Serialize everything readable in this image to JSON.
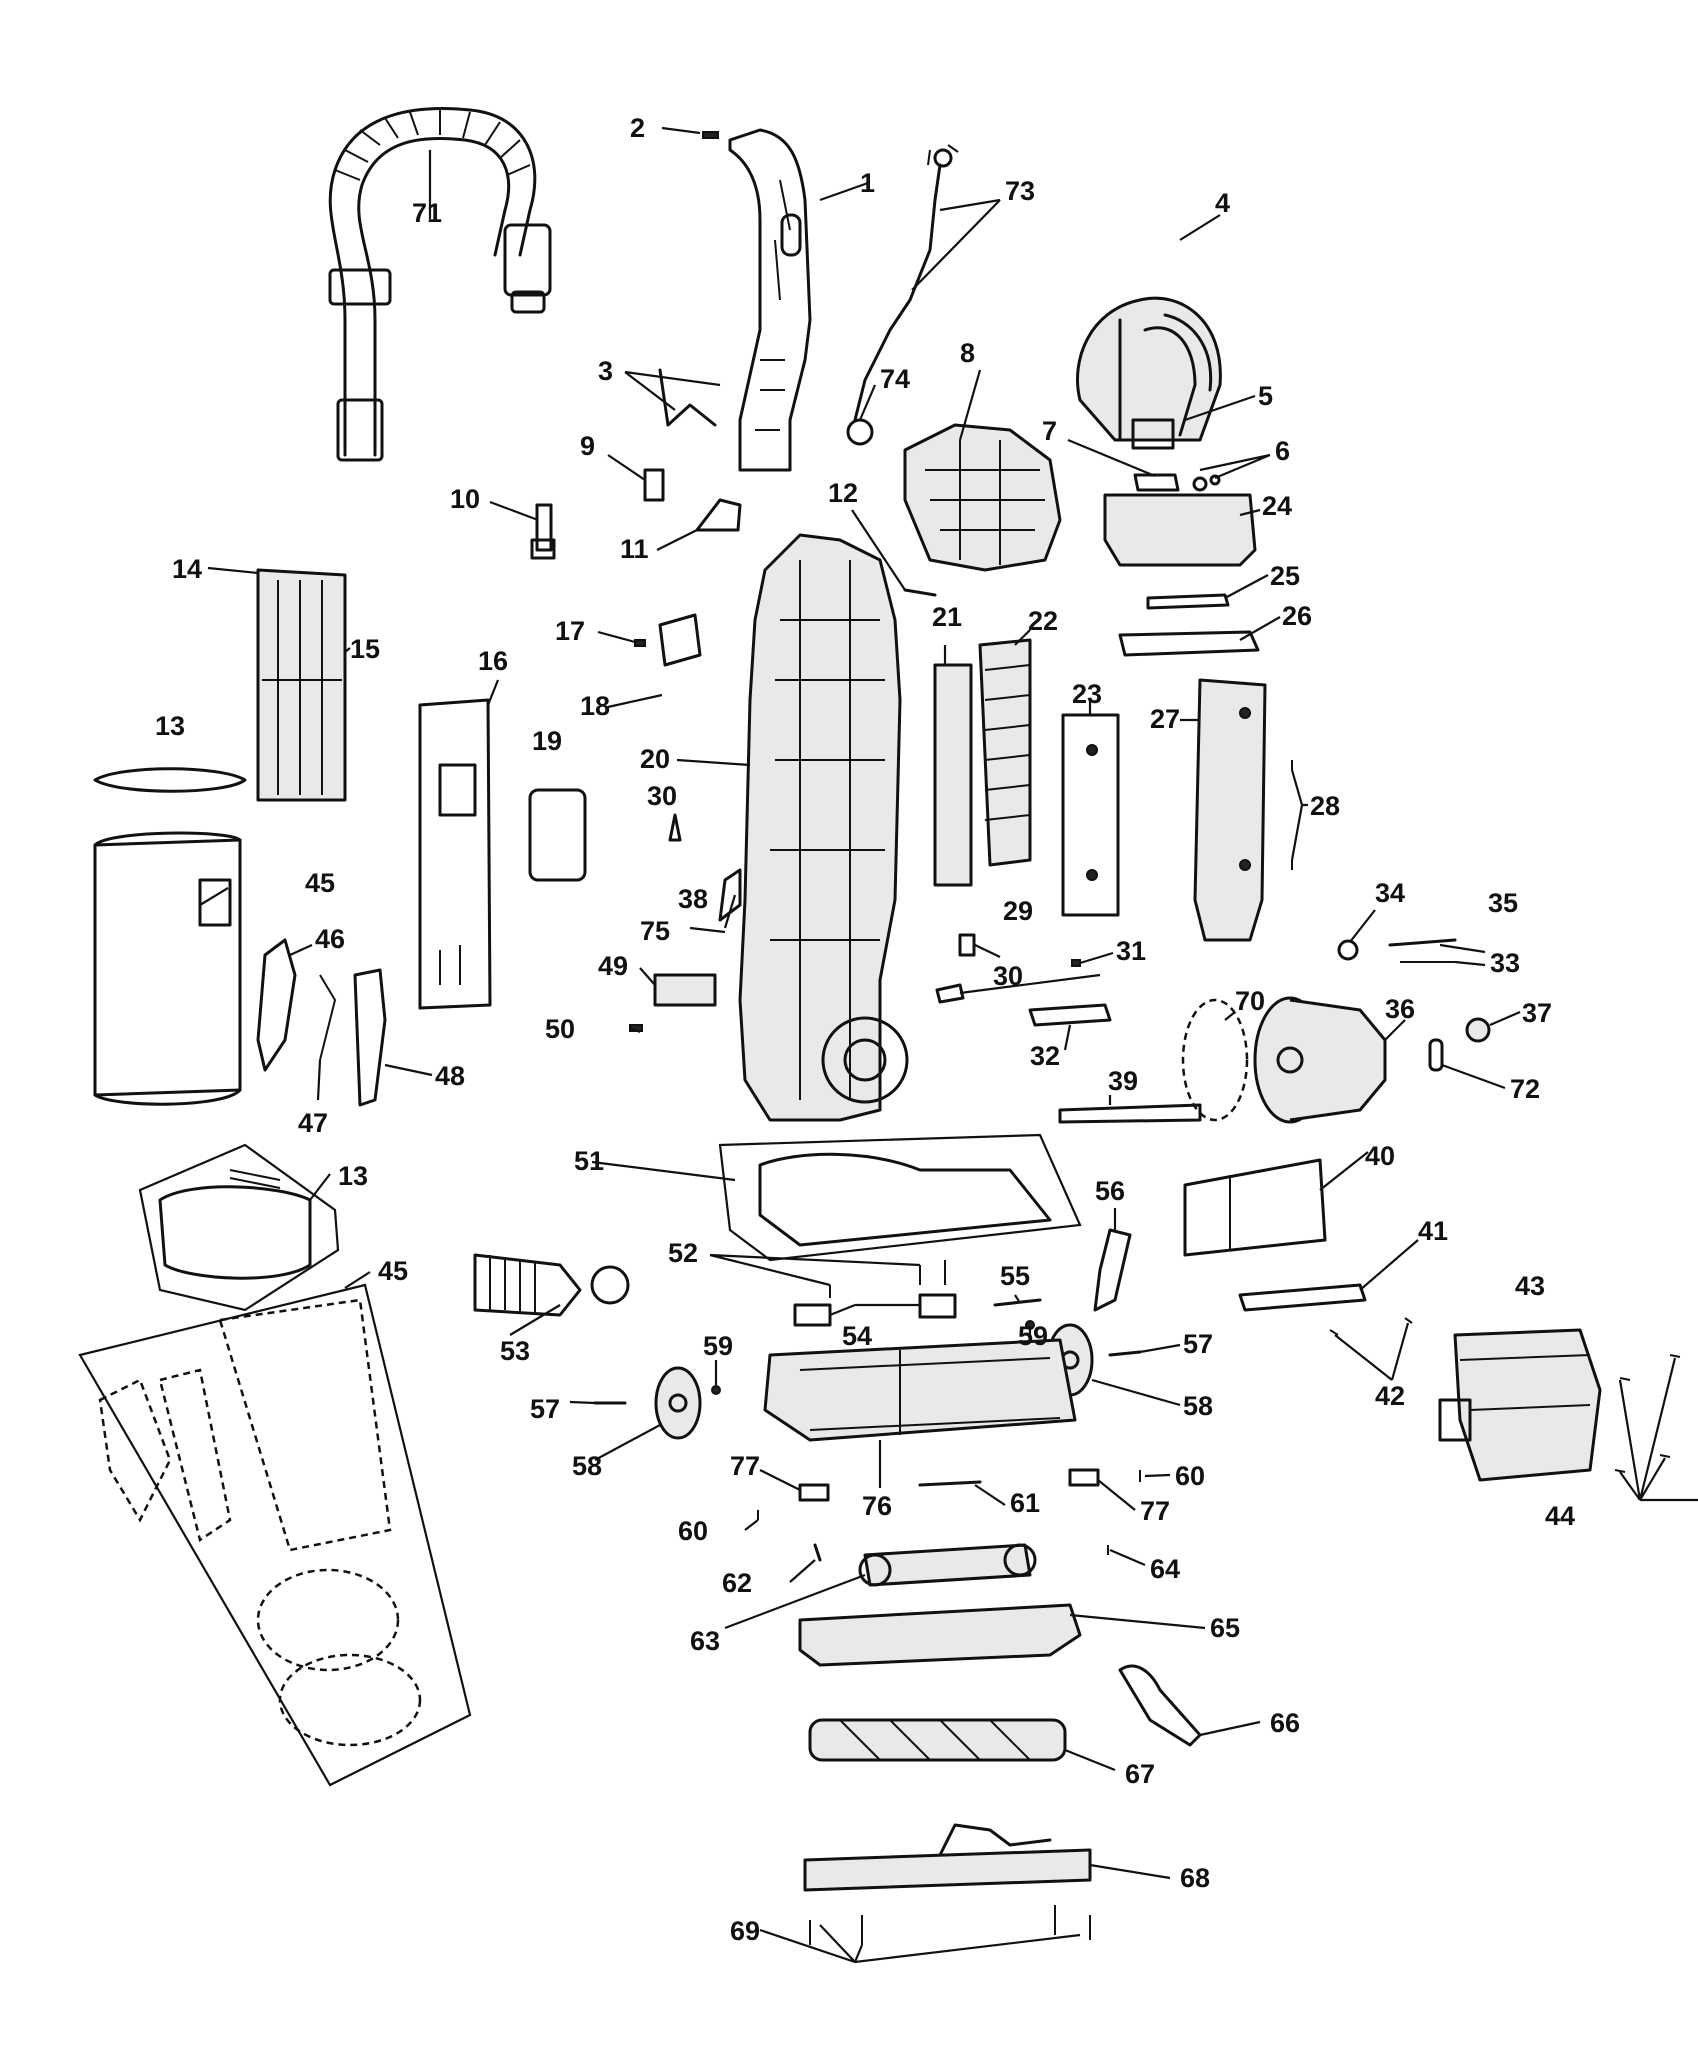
{
  "callouts": [
    {
      "id": "c1",
      "text": "1"
    },
    {
      "id": "c2",
      "text": "2"
    },
    {
      "id": "c3",
      "text": "3"
    },
    {
      "id": "c4",
      "text": "4"
    },
    {
      "id": "c5",
      "text": "5"
    },
    {
      "id": "c6",
      "text": "6"
    },
    {
      "id": "c7",
      "text": "7"
    },
    {
      "id": "c8",
      "text": "8"
    },
    {
      "id": "c9",
      "text": "9"
    },
    {
      "id": "c10",
      "text": "10"
    },
    {
      "id": "c11",
      "text": "11"
    },
    {
      "id": "c12",
      "text": "12"
    },
    {
      "id": "c13a",
      "text": "13"
    },
    {
      "id": "c13b",
      "text": "13"
    },
    {
      "id": "c14",
      "text": "14"
    },
    {
      "id": "c15",
      "text": "15"
    },
    {
      "id": "c16",
      "text": "16"
    },
    {
      "id": "c17",
      "text": "17"
    },
    {
      "id": "c18",
      "text": "18"
    },
    {
      "id": "c19",
      "text": "19"
    },
    {
      "id": "c20",
      "text": "20"
    },
    {
      "id": "c21",
      "text": "21"
    },
    {
      "id": "c22",
      "text": "22"
    },
    {
      "id": "c23",
      "text": "23"
    },
    {
      "id": "c24",
      "text": "24"
    },
    {
      "id": "c25",
      "text": "25"
    },
    {
      "id": "c26",
      "text": "26"
    },
    {
      "id": "c27",
      "text": "27"
    },
    {
      "id": "c28",
      "text": "28"
    },
    {
      "id": "c29",
      "text": "29"
    },
    {
      "id": "c30a",
      "text": "30"
    },
    {
      "id": "c30b",
      "text": "30"
    },
    {
      "id": "c31",
      "text": "31"
    },
    {
      "id": "c32",
      "text": "32"
    },
    {
      "id": "c33",
      "text": "33"
    },
    {
      "id": "c34",
      "text": "34"
    },
    {
      "id": "c35",
      "text": "35"
    },
    {
      "id": "c36",
      "text": "36"
    },
    {
      "id": "c37",
      "text": "37"
    },
    {
      "id": "c38",
      "text": "38"
    },
    {
      "id": "c39",
      "text": "39"
    },
    {
      "id": "c40",
      "text": "40"
    },
    {
      "id": "c41",
      "text": "41"
    },
    {
      "id": "c42",
      "text": "42"
    },
    {
      "id": "c43",
      "text": "43"
    },
    {
      "id": "c44",
      "text": "44"
    },
    {
      "id": "c45a",
      "text": "45"
    },
    {
      "id": "c45b",
      "text": "45"
    },
    {
      "id": "c46",
      "text": "46"
    },
    {
      "id": "c47",
      "text": "47"
    },
    {
      "id": "c48",
      "text": "48"
    },
    {
      "id": "c49",
      "text": "49"
    },
    {
      "id": "c50",
      "text": "50"
    },
    {
      "id": "c51",
      "text": "51"
    },
    {
      "id": "c52",
      "text": "52"
    },
    {
      "id": "c53",
      "text": "53"
    },
    {
      "id": "c54",
      "text": "54"
    },
    {
      "id": "c55",
      "text": "55"
    },
    {
      "id": "c56",
      "text": "56"
    },
    {
      "id": "c57a",
      "text": "57"
    },
    {
      "id": "c57b",
      "text": "57"
    },
    {
      "id": "c58a",
      "text": "58"
    },
    {
      "id": "c58b",
      "text": "58"
    },
    {
      "id": "c59a",
      "text": "59"
    },
    {
      "id": "c59b",
      "text": "59"
    },
    {
      "id": "c60a",
      "text": "60"
    },
    {
      "id": "c60b",
      "text": "60"
    },
    {
      "id": "c61",
      "text": "61"
    },
    {
      "id": "c62",
      "text": "62"
    },
    {
      "id": "c63",
      "text": "63"
    },
    {
      "id": "c64",
      "text": "64"
    },
    {
      "id": "c65",
      "text": "65"
    },
    {
      "id": "c66",
      "text": "66"
    },
    {
      "id": "c67",
      "text": "67"
    },
    {
      "id": "c68",
      "text": "68"
    },
    {
      "id": "c69",
      "text": "69"
    },
    {
      "id": "c70",
      "text": "70"
    },
    {
      "id": "c71",
      "text": "71"
    },
    {
      "id": "c72",
      "text": "72"
    },
    {
      "id": "c73",
      "text": "73"
    },
    {
      "id": "c74",
      "text": "74"
    },
    {
      "id": "c75",
      "text": "75"
    },
    {
      "id": "c76",
      "text": "76"
    },
    {
      "id": "c77a",
      "text": "77"
    },
    {
      "id": "c77b",
      "text": "77"
    }
  ]
}
